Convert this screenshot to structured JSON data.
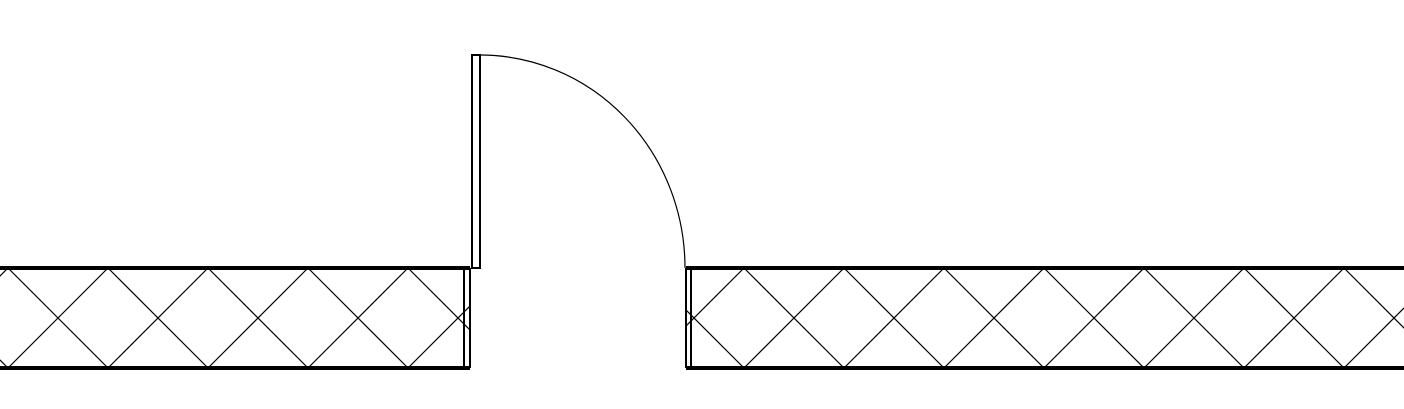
{
  "drawing": {
    "type": "floor-plan-detail",
    "elements": [
      "wall-left",
      "wall-right",
      "door-opening",
      "door-leaf",
      "door-swing-arc"
    ],
    "wall_hatch": "cross-hatch",
    "line_color": "#000000",
    "background": "#ffffff"
  }
}
